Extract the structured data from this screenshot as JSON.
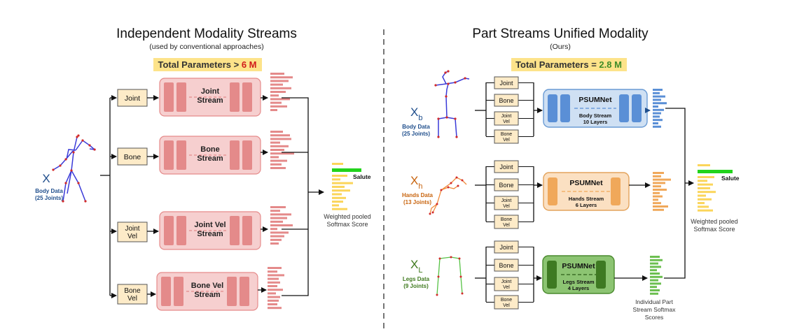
{
  "left": {
    "title": "Independent Modality Streams",
    "subtitle": "(used by conventional approaches)",
    "params_label": "Total Parameters > ",
    "params_value": "6 M",
    "input": {
      "symbol": "X",
      "caption_line1": "Body Data",
      "caption_line2": "(25 Joints)"
    },
    "modalities": [
      {
        "line1": "Joint",
        "line2": ""
      },
      {
        "line1": "Bone",
        "line2": ""
      },
      {
        "line1": "Joint",
        "line2": "Vel"
      },
      {
        "line1": "Bone",
        "line2": "Vel"
      }
    ],
    "streams": [
      {
        "line1": "Joint",
        "line2": "Stream"
      },
      {
        "line1": "Bone",
        "line2": "Stream"
      },
      {
        "line1": "Joint Vel",
        "line2": "Stream"
      },
      {
        "line1": "Bone Vel",
        "line2": "Stream"
      }
    ],
    "output_class": "Salute",
    "output_caption_line1": "Weighted pooled",
    "output_caption_line2": "Softmax Score"
  },
  "right": {
    "title": "Part Streams Unified Modality",
    "subtitle": "(Ours)",
    "params_label": "Total Parameters = ",
    "params_value": "2.8 M",
    "modality_labels": [
      {
        "line1": "Joint",
        "line2": ""
      },
      {
        "line1": "Bone",
        "line2": ""
      },
      {
        "line1": "Joint",
        "line2": "Vel"
      },
      {
        "line1": "Bone",
        "line2": "Vel"
      }
    ],
    "parts": [
      {
        "symbol": "X",
        "sub": "b",
        "caption_line1": "Body Data",
        "caption_line2": "(25 Joints)",
        "net": "PSUMNet",
        "stream_line1": "Body Stream",
        "stream_line2": "10 Layers"
      },
      {
        "symbol": "X",
        "sub": "h",
        "caption_line1": "Hands Data",
        "caption_line2": "(13 Joints)",
        "net": "PSUMNet",
        "stream_line1": "Hands Stream",
        "stream_line2": "6 Layers"
      },
      {
        "symbol": "X",
        "sub": "L",
        "caption_line1": "Legs Data",
        "caption_line2": "(9 Joints)",
        "net": "PSUMNet",
        "stream_line1": "Legs Stream",
        "stream_line2": "4 Layers"
      }
    ],
    "output_class": "Salute",
    "output_caption_line1": "Weighted pooled",
    "output_caption_line2": "Softmax Score",
    "part_scores_line1": "Individual Part",
    "part_scores_line2": "Stream Softmax",
    "part_scores_line3": "Scores"
  },
  "colors": {
    "pink_box": "#f6cfcf",
    "pink_border": "#e58b8b",
    "pink_bar": "#e48a8a",
    "modality_fill": "#fdebc8",
    "modality_border": "#555555",
    "params_highlight": "#fde38a",
    "params_red": "#d11a1a",
    "params_green": "#3f8c28",
    "body_fill": "#cfe0f3",
    "body_border": "#6a9bd4",
    "body_bar": "#5a8fd6",
    "body_text": "#1f4e8c",
    "hands_fill": "#fbe0c2",
    "hands_border": "#e3a35c",
    "hands_bar": "#f0a85a",
    "hands_text": "#c8640e",
    "legs_fill": "#8cc472",
    "legs_border": "#4a8a2e",
    "legs_bar": "#6cbf50",
    "legs_text": "#3f7a1e",
    "score_yellow": "#fbd55a",
    "score_green": "#22d31c",
    "skeleton_blue": "#3a3ad8",
    "skeleton_joint": "#d22a2a",
    "hands_skeleton": "#f08a3a",
    "legs_skeleton": "#56c244"
  }
}
